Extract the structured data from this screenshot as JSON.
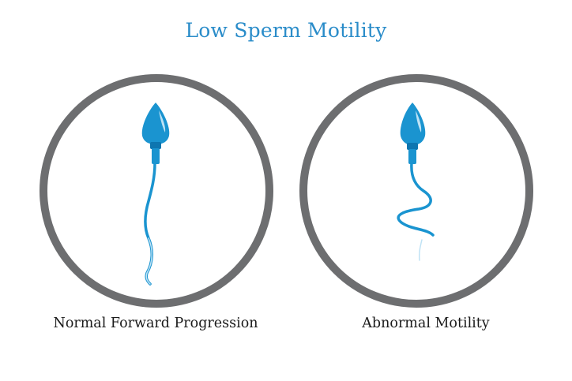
{
  "title": "Low Sperm Motility",
  "panels": [
    {
      "label": "Normal Forward Progression"
    },
    {
      "label": "Abnormal Motility"
    }
  ],
  "colors": {
    "title": "#2a8cc9",
    "ring": "#6d6e70",
    "sperm": "#1a94d0",
    "sperm_dark": "#0e76b0",
    "highlight": "#cfeaf8",
    "caption": "#1a1a1a"
  }
}
